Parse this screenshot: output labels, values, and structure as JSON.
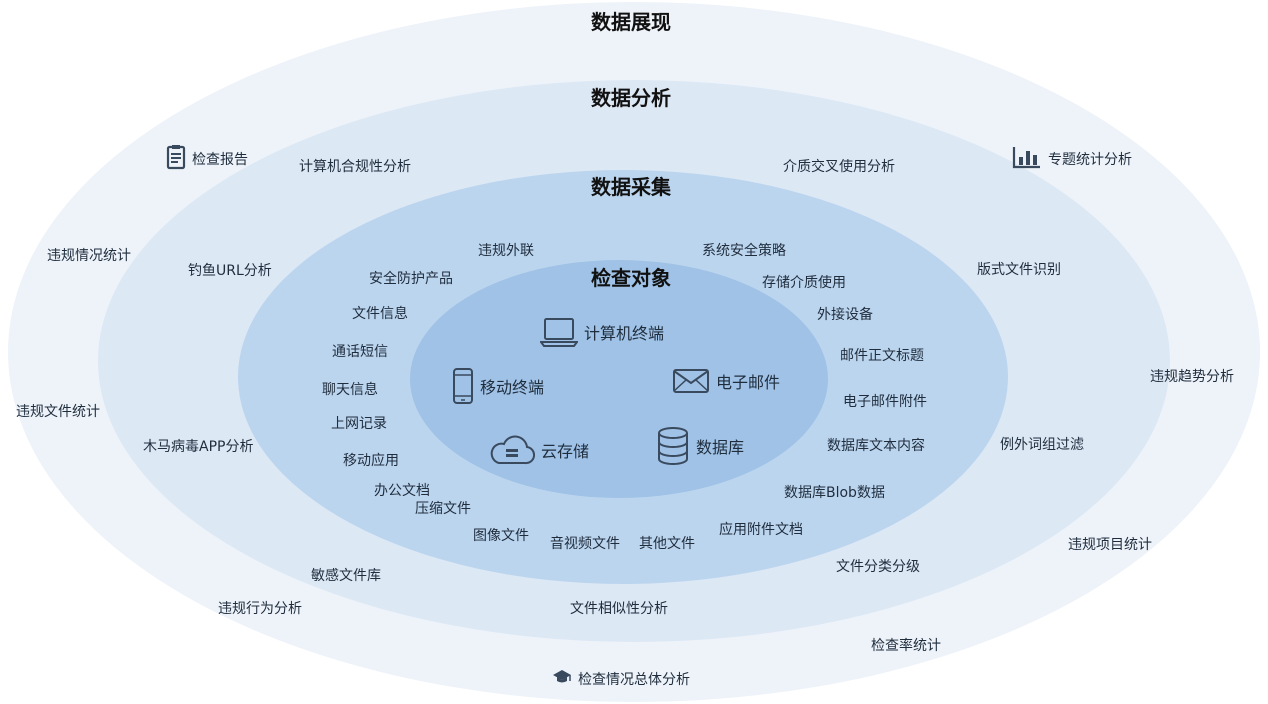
{
  "titles": {
    "display": "数据展现",
    "analysis": "数据分析",
    "collection": "数据采集",
    "object": "检查对象"
  },
  "devices": {
    "computer": "计算机终端",
    "mobile": "移动终端",
    "email": "电子邮件",
    "cloud": "云存储",
    "database": "数据库"
  },
  "collection": {
    "violate_link": "违规外联",
    "security_product": "安全防护产品",
    "file_info": "文件信息",
    "sms": "通话短信",
    "chat": "聊天信息",
    "web_record": "上网记录",
    "mobile_app": "移动应用",
    "office_doc": "办公文档",
    "compressed": "压缩文件",
    "image_file": "图像文件",
    "av_file": "音视频文件",
    "other_file": "其他文件",
    "app_attach": "应用附件文档",
    "blob": "数据库Blob数据",
    "db_text": "数据库文本内容",
    "mail_attach": "电子邮件附件",
    "mail_body": "邮件正文标题",
    "external_device": "外接设备",
    "storage_media": "存储介质使用",
    "sys_policy": "系统安全策略"
  },
  "analysis": {
    "compliance": "计算机合规性分析",
    "phishing": "钓鱼URL分析",
    "trojan": "木马病毒APP分析",
    "sensitive": "敏感文件库",
    "similarity": "文件相似性分析",
    "classification": "文件分类分级",
    "exception_words": "例外词组过滤",
    "format_id": "版式文件识别",
    "media_cross": "介质交叉使用分析"
  },
  "display": {
    "report": "检查报告",
    "violation_stats": "违规情况统计",
    "file_stats": "违规文件统计",
    "behavior": "违规行为分析",
    "overall": "检查情况总体分析",
    "rate": "检查率统计",
    "item_stats": "违规项目统计",
    "trend": "违规趋势分析",
    "topic": "专题统计分析"
  },
  "colors": {
    "ring1": "#eef3fa",
    "ring2": "#dde8f5",
    "ring3": "#bcd5ee",
    "core": "#9fc2e6",
    "icon": "#3a4a5e"
  }
}
